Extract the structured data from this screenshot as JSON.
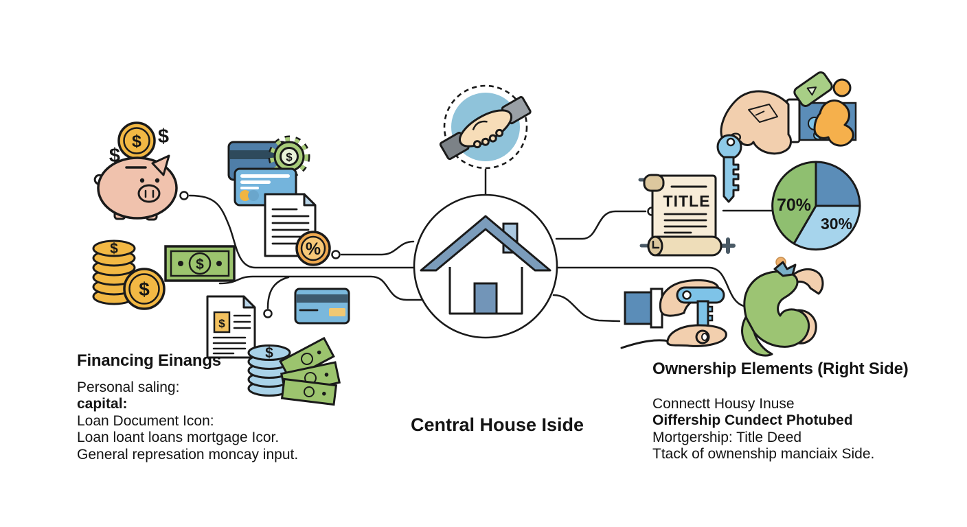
{
  "center_label": "Central House Iside",
  "left_section": {
    "heading": "Financing Einangs",
    "lines": [
      "Personal saling:",
      "capital:",
      "Loan Document Icon:",
      "Loan loant loans mortgage Icor.",
      "General represation moncay input."
    ]
  },
  "right_section": {
    "heading": "Ownership Elements (Right Side)",
    "lines": [
      "Connectt Housy Inuse",
      "Oiffership Cundect Photubed",
      "Mortgership: Title Deed",
      "Ttack of ownenship manciaix Side."
    ]
  },
  "title_scroll": {
    "label": "TITLE"
  },
  "symbols": {
    "dollar": "$",
    "percent": "%"
  },
  "pie_labels": {
    "green": "70%",
    "light_blue": "30%"
  },
  "chart_data": {
    "type": "pie",
    "slices": [
      {
        "label": "70%",
        "color": "#8fbf70",
        "approx_visual_percent": 42
      },
      {
        "label": "30%",
        "color": "#a6d4ec",
        "approx_visual_percent": 33
      },
      {
        "label": "",
        "color": "#5b8db8",
        "approx_visual_percent": 25
      }
    ],
    "title": "",
    "legend": false
  },
  "colors": {
    "line": "#1a1a1a",
    "house_blue": "#7b9cbb",
    "handshake_blue": "#8fc3da",
    "gold": "#f2b844",
    "green_money": "#9cc46e",
    "card_blue": "#74b4dc",
    "key_blue": "#8ecae8",
    "skin": "#f2cfae",
    "pig_pink": "#f0c2ad",
    "scroll_cream": "#f7ecd8",
    "sleeve_blue": "#5b8db8"
  },
  "icons": [
    "piggy-bank-icon",
    "coin-icon",
    "dollar-coin-stack-icon",
    "banknote-icon",
    "credit-cards-icon",
    "gear-dollar-icon",
    "loan-document-icon",
    "percent-coin-icon",
    "contract-document-icon",
    "blue-card-icon",
    "blue-coin-stack-icon",
    "cash-fan-icon",
    "house-icon",
    "handshake-icon",
    "title-deed-scroll-icon",
    "hand-holding-key-icon",
    "pie-chart-icon",
    "hand-giving-key-icon",
    "money-ribbon-icon"
  ]
}
